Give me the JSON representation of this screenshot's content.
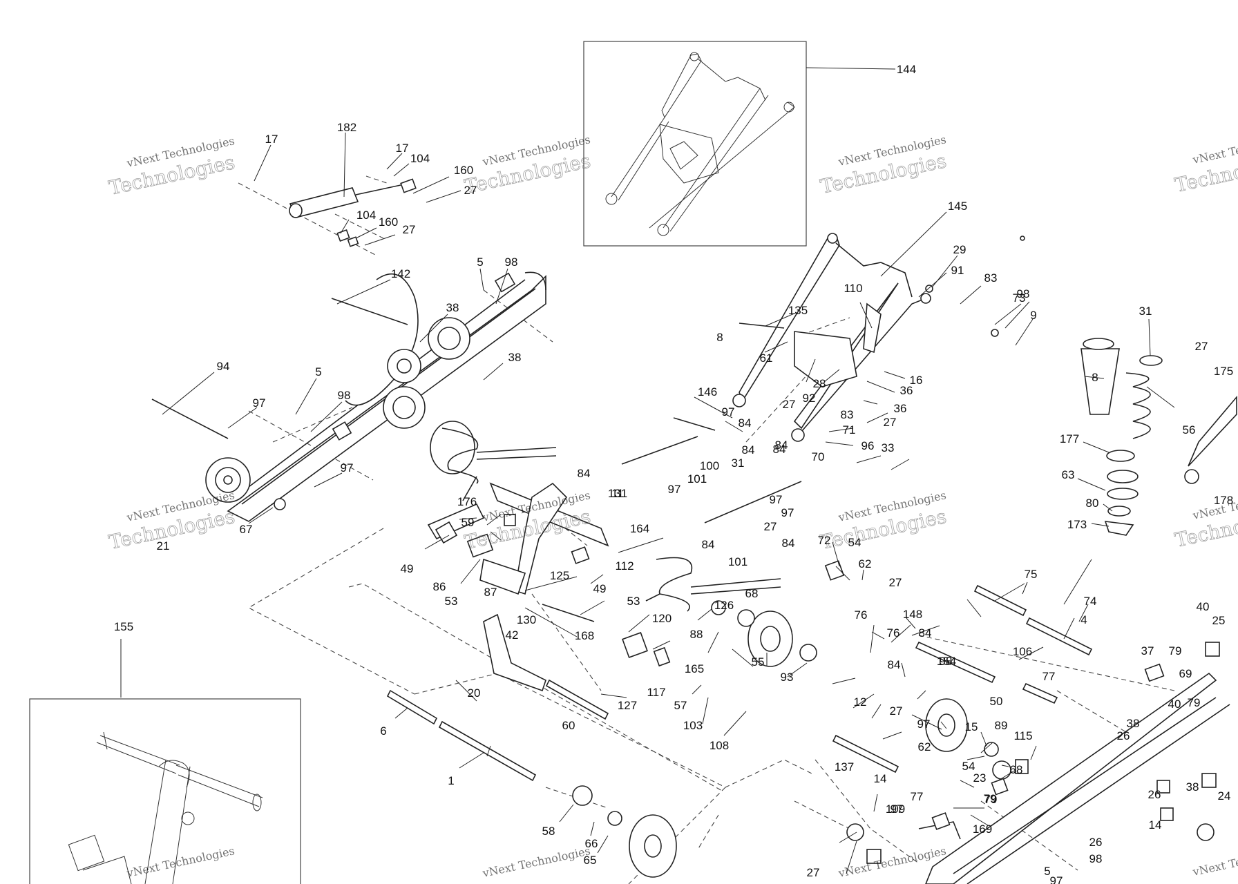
{
  "watermark": {
    "line1": "vNext Technologies",
    "line2": "vNext",
    "line3": "Technologies"
  },
  "callouts": [
    "144",
    "182",
    "17",
    "17",
    "104",
    "160",
    "27",
    "104",
    "160",
    "27",
    "142",
    "5",
    "98",
    "38",
    "38",
    "94",
    "5",
    "97",
    "98",
    "97",
    "67",
    "21",
    "155",
    "145",
    "29",
    "91",
    "83",
    "73",
    "98",
    "9",
    "110",
    "135",
    "8",
    "61",
    "28",
    "16",
    "36",
    "36",
    "27",
    "92",
    "83",
    "71",
    "96",
    "33",
    "70",
    "84",
    "146",
    "97",
    "84",
    "100",
    "84",
    "27",
    "31",
    "84",
    "84",
    "101",
    "131",
    "97",
    "11",
    "97",
    "97",
    "84",
    "27",
    "101",
    "84",
    "31",
    "27",
    "175",
    "8",
    "56",
    "177",
    "63",
    "80",
    "173",
    "178",
    "176",
    "59",
    "49",
    "86",
    "164",
    "125",
    "112",
    "87",
    "49",
    "53",
    "130",
    "42",
    "168",
    "20",
    "53",
    "120",
    "88",
    "126",
    "68",
    "165",
    "55",
    "93",
    "117",
    "57",
    "103",
    "108",
    "127",
    "60",
    "6",
    "1",
    "58",
    "66",
    "65",
    "72",
    "54",
    "62",
    "27",
    "75",
    "74",
    "4",
    "106",
    "77",
    "76",
    "148",
    "76",
    "84",
    "154",
    "84",
    "98",
    "12",
    "27",
    "97",
    "50",
    "15",
    "89",
    "62",
    "54",
    "68",
    "115",
    "137",
    "14",
    "23",
    "77",
    "97",
    "79",
    "109",
    "79",
    "169",
    "40",
    "25",
    "37",
    "79",
    "69",
    "79",
    "40",
    "38",
    "26",
    "26",
    "38",
    "24",
    "14",
    "26",
    "98",
    "5",
    "97",
    "27",
    "68"
  ],
  "colors": {
    "line": "#222222",
    "background": "#ffffff"
  }
}
